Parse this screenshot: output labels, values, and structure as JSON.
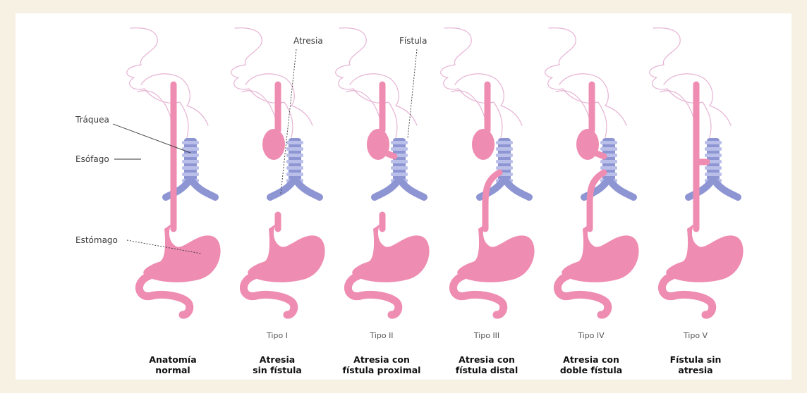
{
  "labels": {
    "traquea": "Tráquea",
    "esofago": "Esófago",
    "estomago": "Estómago",
    "atresia": "Atresia",
    "fistula": "Fístula"
  },
  "panels": [
    {
      "tipo": "",
      "title_line1": "Anatomía",
      "title_line2": "normal"
    },
    {
      "tipo": "Tipo I",
      "title_line1": "Atresia",
      "title_line2": "sin fístula"
    },
    {
      "tipo": "Tipo II",
      "title_line1": "Atresia con",
      "title_line2": "fístula proximal"
    },
    {
      "tipo": "Tipo III",
      "title_line1": "Atresia con",
      "title_line2": "fístula distal"
    },
    {
      "tipo": "Tipo IV",
      "title_line1": "Atresia con",
      "title_line2": "doble fístula"
    },
    {
      "tipo": "Tipo V",
      "title_line1": "Fístula sin",
      "title_line2": "atresia"
    }
  ],
  "colors": {
    "background": "#f7f1e3",
    "card": "#ffffff",
    "esophagus_stomach": "#ee8cb1",
    "trachea": "#8e95d3",
    "trachea_rings": "#b9bfe8",
    "head_outline": "#e6b3d4"
  }
}
